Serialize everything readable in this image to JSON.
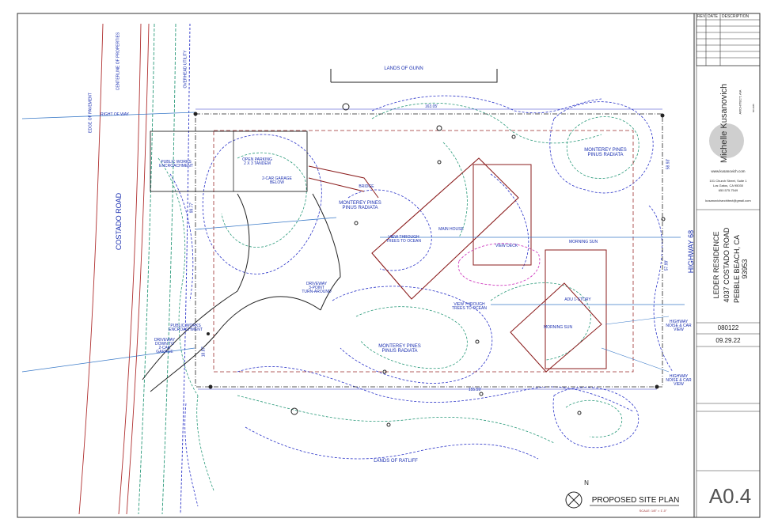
{
  "labels": {
    "lands_gunn": "LANDS OF GUNN",
    "lands_ratliff": "LANDS OF RATLIFF",
    "costado_road": "COSTADO ROAD",
    "highway_68": "HIGHWAY 68",
    "open_parking": "OPEN PARKING\n2 X 3 TANDEM",
    "garage": "2-CAR GARAGE\nBELOW",
    "bridge": "BRIDGE",
    "main_house": "MAIN HOUSE",
    "view_deck": "VIEW DECK",
    "morning_sun_1": "MORNING SUN",
    "morning_sun_2": "MORNING SUN",
    "adu": "ADU 1-STORY",
    "pines_1": "MONTEREY PINES\nPINUS RADIATA",
    "pines_2": "MONTEREY PINES\nPINUS RADIATA",
    "pines_3": "MONTEREY PINES\nPINUS RADIATA",
    "view_trees_1": "VIEW THROUGH\nTREES TO OCEAN",
    "view_trees_2": "VIEW THROUGH\nTREES TO OCEAN",
    "driveway_turn": "DRIVEWAY\n3-POINT\nTURN-AROUND",
    "driveway_down": "DRIVEWAY\nDOWN TO\n2-CAR\nGARAGE",
    "public_works_1": "PUBLIC WORKS\nENCROACHMENT",
    "public_works_2": "PUBLIC WORKS\nENCROACHMENT",
    "highway_noise_1": "HIGHWAY\nNOISE & CAR\nVIEW",
    "highway_noise_2": "HIGHWAY\nNOISE & CAR\nVIEW",
    "dim_top": "163.05'",
    "dim_bottom": "155.59'",
    "dim_left": "99.77'",
    "dim_left2": "18.87'",
    "dim_right": "58.93'",
    "dim_right2": "57.99'",
    "edge_pavement": "EDGE OF PAVEMENT",
    "centerline": "CENTERLINE OF PROPERTIES",
    "overhead": "OVERHEAD UTILITY",
    "row": "RIGHT OF WAY",
    "title": "PROPOSED SITE PLAN",
    "scale": "SCALE: 1/8\" = 1'-0\"",
    "north": "N"
  },
  "title_block": {
    "rev_headers": [
      "REV",
      "DATE",
      "DESCRIPTION"
    ],
    "architect_name": "Michelle Kusanovich",
    "architect_sub": "ARCHITECT, AIA",
    "architect_sub2": "NCARB",
    "website": "www.kusanovich.com",
    "address_1": "101 Church Street, Suite 1",
    "address_2": "Los Gatos, CA 95030",
    "phone": "650.575.7549",
    "email": "kusanovicharchitect@gmail.com",
    "project_line1": "LEDER RESIDENCE",
    "project_line2": "4037 COSTADO ROAD",
    "project_line3": "PEBBLE BEACH, CA 93953",
    "job_no": "080122",
    "date": "09.29.22",
    "sheet_no": "A0.4"
  }
}
